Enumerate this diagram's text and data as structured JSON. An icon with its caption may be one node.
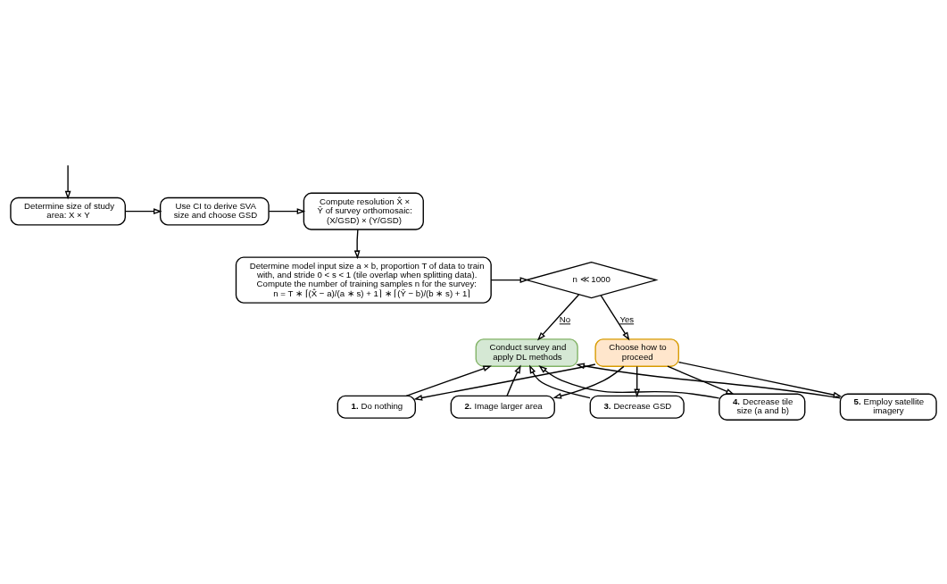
{
  "diagram": {
    "nodes": [
      {
        "text": [
          "Determine size of study area: X × Y"
        ]
      },
      {
        "text": [
          "Use CI to derive SVA size and choose GSD"
        ]
      },
      {
        "text": [
          "Compute resolution X̂ × Ŷ of survey orthomosaic: (X/GSD) × (Y/GSD)"
        ]
      },
      {
        "text": [
          "Determine model input size a × b, proportion T of data to train with, and stride 0 < s < 1 (tile overlap when splitting data). Compute the number of training samples n for the survey:",
          "n = T ∗ ⌈(X̂ − a)/(a ∗ s) + 1⌉ ∗ ⌈(Ŷ − b)/(b ∗ s) + 1⌉"
        ]
      },
      {
        "text": [
          "n ≪ 1000"
        ]
      },
      {
        "text": [
          "Conduct survey and apply DL methods"
        ]
      },
      {
        "text": [
          "Choose how to proceed"
        ]
      },
      {
        "text": [
          "**1.** Do nothing"
        ]
      },
      {
        "text": [
          "**2.** Image larger area"
        ]
      },
      {
        "text": [
          "**3.** Decrease GSD"
        ]
      },
      {
        "text": [
          "**4.** Decrease tile size (a and b)"
        ]
      },
      {
        "text": [
          "**5.** Employ satellite imagery"
        ]
      }
    ],
    "edges": [
      {
        "from": null,
        "to": 0,
        "arrow": "to"
      },
      {
        "from": 0,
        "to": 1,
        "arrow": "to"
      },
      {
        "from": 1,
        "to": 2,
        "arrow": "to"
      },
      {
        "from": 2,
        "to": 3,
        "arrow": "to"
      },
      {
        "from": 3,
        "to": 4,
        "arrow": "to"
      },
      {
        "from": 4,
        "to": 5,
        "arrow": "to",
        "label": "No"
      },
      {
        "from": 4,
        "to": 6,
        "arrow": "to",
        "label": "Yes"
      },
      {
        "from": 6,
        "to": 7,
        "arrow": "to"
      },
      {
        "from": 6,
        "to": 8,
        "arrow": "to"
      },
      {
        "from": 6,
        "to": 9,
        "arrow": "to"
      },
      {
        "from": 6,
        "to": 10,
        "arrow": "to"
      },
      {
        "from": 6,
        "to": 11,
        "arrow": "to"
      },
      {
        "from": 7,
        "to": 5,
        "arrow": "to"
      },
      {
        "from": 8,
        "to": 5,
        "arrow": "to"
      },
      {
        "from": 9,
        "to": 5,
        "arrow": "to"
      },
      {
        "from": 10,
        "to": 5,
        "arrow": "to"
      },
      {
        "from": 11,
        "to": 5,
        "arrow": "to"
      }
    ]
  }
}
